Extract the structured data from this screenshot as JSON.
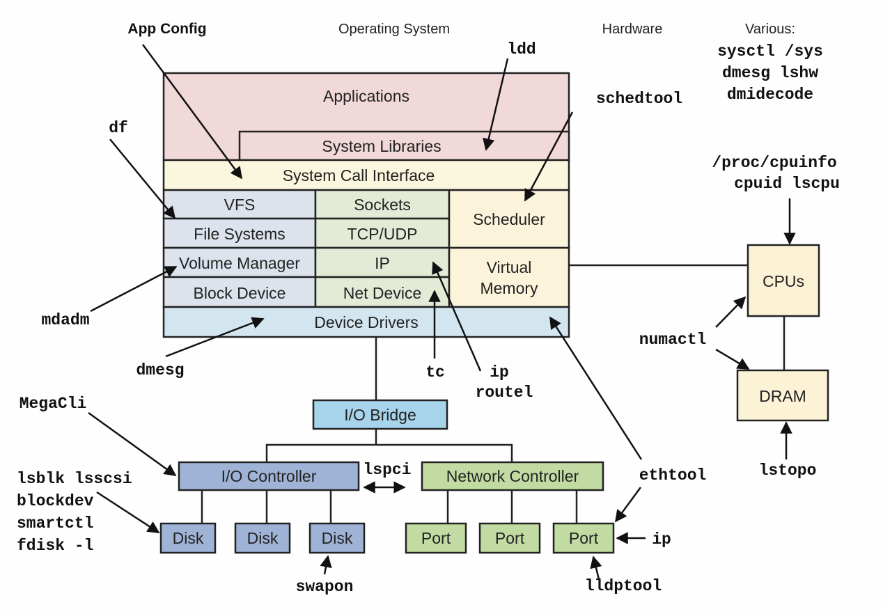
{
  "headers": {
    "os": "Operating System",
    "hardware": "Hardware",
    "various": "Various:"
  },
  "colors": {
    "apps": "#f0d9d8",
    "syscall": "#fbf7df",
    "storage": "#dce3ec",
    "network": "#e3ebd6",
    "sched": "#fcf3db",
    "drivers": "#d3e6f0",
    "bridge": "#a6d4ea",
    "io_controller": "#9fb3d6",
    "net_controller": "#c2dba2",
    "cpu": "#fcf3d7"
  },
  "stack": {
    "applications": "Applications",
    "system_libraries": "System Libraries",
    "system_call_interface": "System Call Interface",
    "vfs": "VFS",
    "file_systems": "File Systems",
    "volume_manager": "Volume Manager",
    "block_device": "Block Device",
    "sockets": "Sockets",
    "tcp_udp": "TCP/UDP",
    "ip": "IP",
    "net_device": "Net Device",
    "scheduler": "Scheduler",
    "virtual_memory_1": "Virtual",
    "virtual_memory_2": "Memory",
    "device_drivers": "Device Drivers"
  },
  "hardware": {
    "io_bridge": "I/O Bridge",
    "io_controller": "I/O Controller",
    "network_controller": "Network Controller",
    "disks": [
      "Disk",
      "Disk",
      "Disk"
    ],
    "ports": [
      "Port",
      "Port",
      "Port"
    ],
    "cpus": "CPUs",
    "dram": "DRAM"
  },
  "tools": {
    "app_config": "App Config",
    "ldd": "ldd",
    "schedtool": "schedtool",
    "various_lines": [
      "sysctl /sys",
      "dmesg lshw",
      "dmidecode"
    ],
    "df": "df",
    "cpuinfo_lines": [
      "/proc/cpuinfo",
      "cpuid lscpu"
    ],
    "mdadm": "mdadm",
    "dmesg": "dmesg",
    "tc": "tc",
    "ip_routel_lines": [
      "ip",
      "routel"
    ],
    "numactl": "numactl",
    "megacli": "MegaCli",
    "lspci": "lspci",
    "ethtool": "ethtool",
    "disk_tools_lines": [
      "lsblk lsscsi",
      "blockdev",
      "smartctl",
      "fdisk -l"
    ],
    "port_ip": "ip",
    "swapon": "swapon",
    "lldptool": "lldptool",
    "lstopo": "lstopo"
  }
}
